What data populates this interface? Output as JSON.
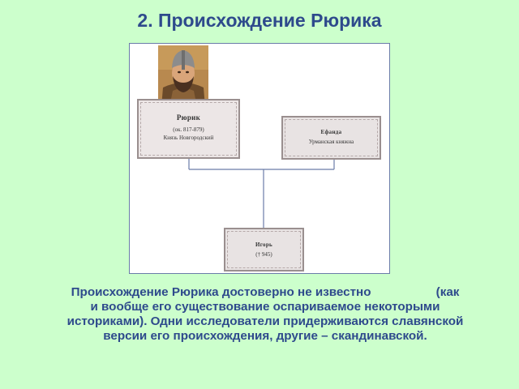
{
  "slide": {
    "title": "2. Происхождение Рюрика"
  },
  "diagram": {
    "rurik": {
      "name": "Рюрик",
      "years": "(ок. 817-879)",
      "role": "Князь Новгородский"
    },
    "efanda": {
      "name": "Ефанда",
      "role": "Урманская княжна"
    },
    "igor": {
      "name": "Игорь",
      "years": "(† 945)"
    }
  },
  "caption": {
    "line1": "Происхождение Рюрика достоверно не известно                   (как",
    "line2": "и вообще его существование оспариваемое некоторыми",
    "line3": "историками). Одни исследователи придерживаются славянской",
    "line4": "версии его происхождения, другие – скандинавской."
  },
  "colors": {
    "background": "#ccffcc",
    "title_text": "#2e4a8c",
    "card_fill": "#e8e3e3",
    "card_border": "#9a8f8f"
  }
}
